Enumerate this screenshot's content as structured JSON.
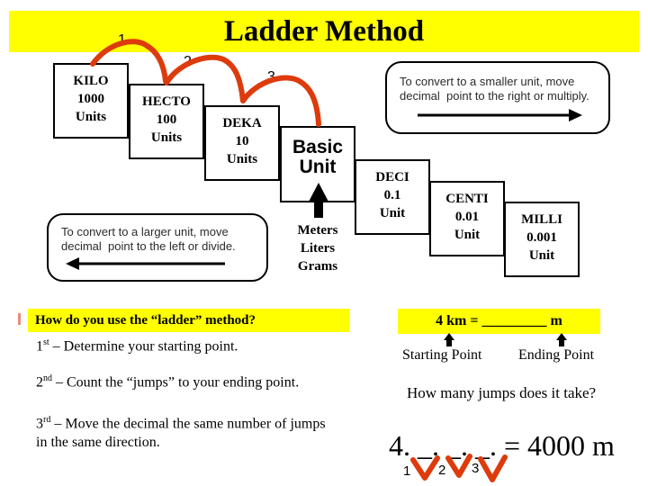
{
  "title": "Ladder Method",
  "ladder": {
    "boxes": [
      {
        "line1": "KILO",
        "line2": "1000",
        "line3": "Units"
      },
      {
        "line1": "HECTO",
        "line2": "100",
        "line3": "Units"
      },
      {
        "line1": "DEKA",
        "line2": "10",
        "line3": "Units"
      },
      {
        "line1": "Basic",
        "line2": "Unit"
      },
      {
        "line1": "DECI",
        "line2": "0.1",
        "line3": "Unit"
      },
      {
        "line1": "CENTI",
        "line2": "0.01",
        "line3": "Unit"
      },
      {
        "line1": "MILLI",
        "line2": "0.001",
        "line3": "Unit"
      }
    ],
    "jump_labels": [
      "1",
      "2",
      "3"
    ],
    "base_units": {
      "line1": "Meters",
      "line2": "Liters",
      "line3": "Grams"
    }
  },
  "callouts": {
    "smaller": {
      "line1": "To convert to a smaller unit, move",
      "line2": "decimal  point to the right or multiply."
    },
    "larger": {
      "line1": "To convert to a larger unit, move",
      "line2": "decimal  point to the left or divide."
    }
  },
  "how_to": {
    "heading": "How do you use the “ladder” method?",
    "steps": [
      {
        "num": "1",
        "sup": "st",
        "text": " – Determine your starting point."
      },
      {
        "num": "2",
        "sup": "nd",
        "text": " – Count the “jumps” to your ending point."
      },
      {
        "num": "3",
        "sup": "rd",
        "text": " – Move the decimal the same number of jumps in the same direction."
      }
    ]
  },
  "example": {
    "equation": "4 km = _________ m",
    "starting_label": "Starting Point",
    "ending_label": "Ending Point",
    "question": "How many jumps does it take?",
    "answer": "4. _. _. _.  = 4000 m",
    "jump_labels": [
      "1",
      "2",
      "3"
    ]
  },
  "colors": {
    "accent_red": "#dd3b0c",
    "highlight_yellow": "#ffff00"
  }
}
